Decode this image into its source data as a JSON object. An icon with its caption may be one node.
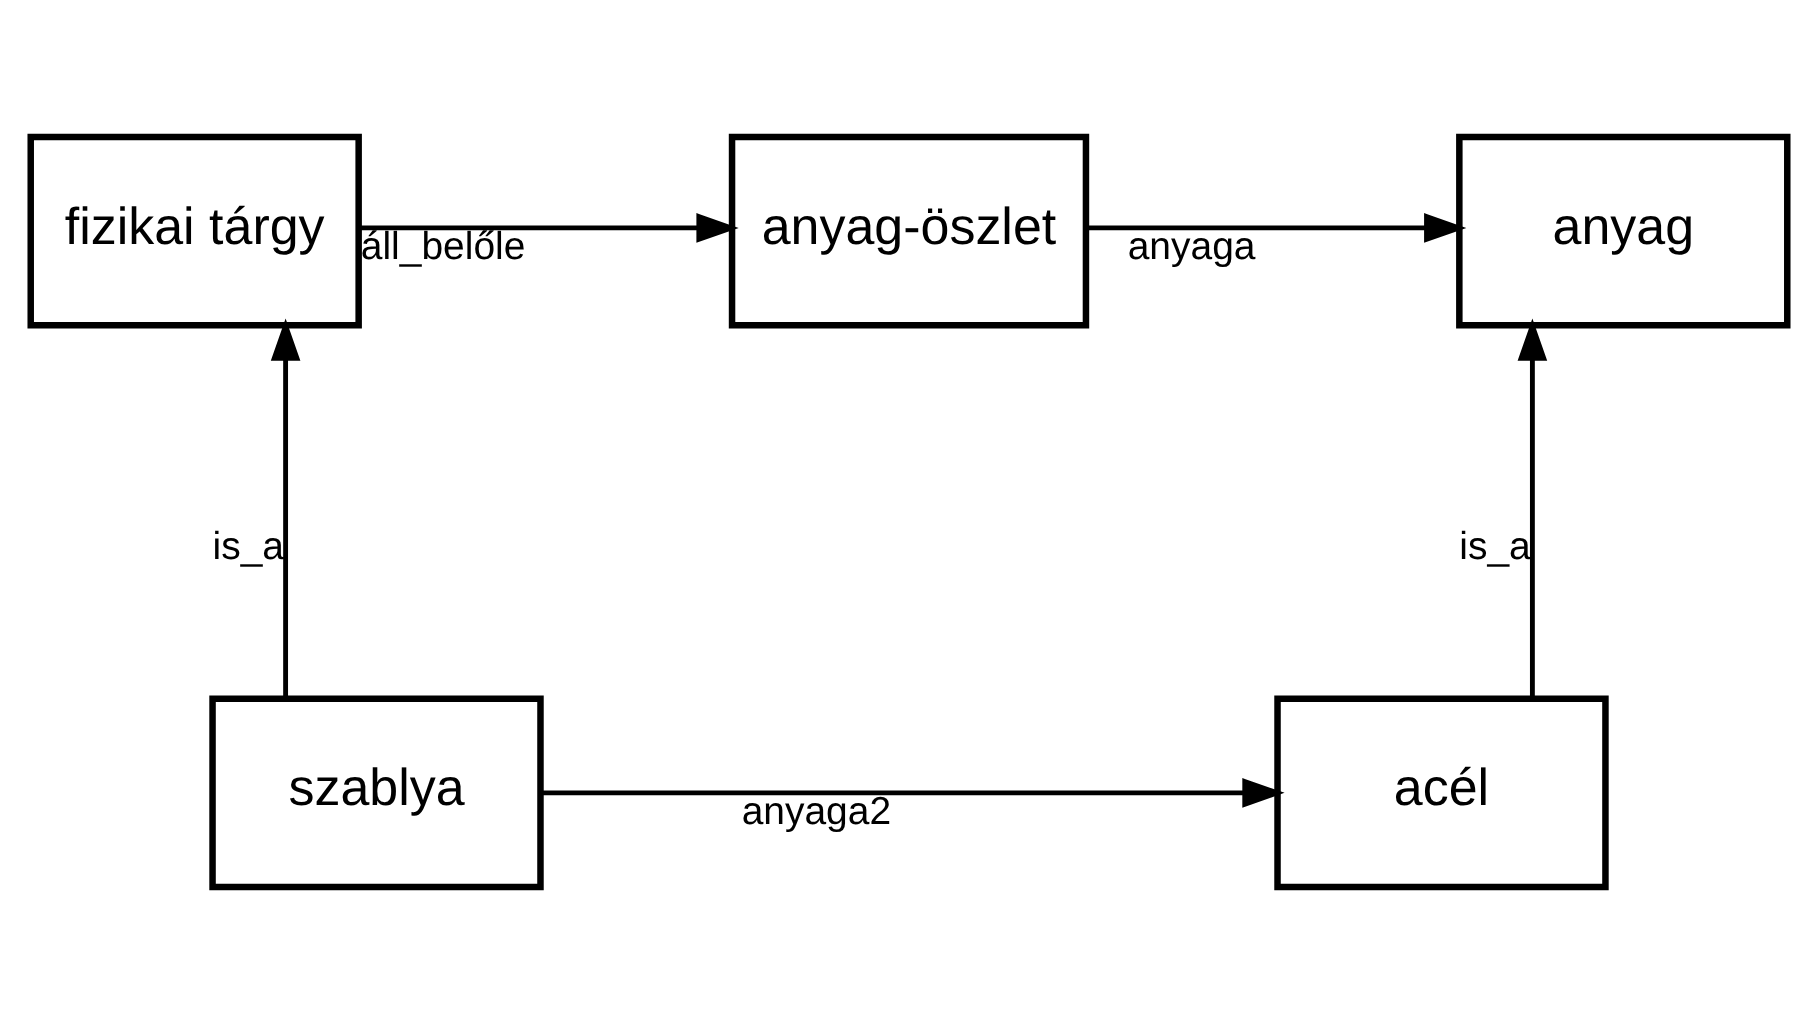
{
  "diagram": {
    "nodes": [
      {
        "text": [
          "fizikai tárgy"
        ]
      },
      {
        "text": [
          "anyag-öszlet"
        ]
      },
      {
        "text": [
          "anyag"
        ]
      },
      {
        "text": [
          "szablya"
        ]
      },
      {
        "text": [
          "acél"
        ]
      }
    ],
    "edges": [
      {
        "from": 0,
        "to": 1,
        "arrow": "to",
        "label": "áll_belőle"
      },
      {
        "from": 1,
        "to": 2,
        "arrow": "to",
        "label": "anyaga"
      },
      {
        "from": 3,
        "to": 0,
        "arrow": "to",
        "label": "is_a"
      },
      {
        "from": 4,
        "to": 2,
        "arrow": "to",
        "label": "is_a"
      },
      {
        "from": 3,
        "to": 4,
        "arrow": "to",
        "label": "anyaga2"
      }
    ]
  }
}
